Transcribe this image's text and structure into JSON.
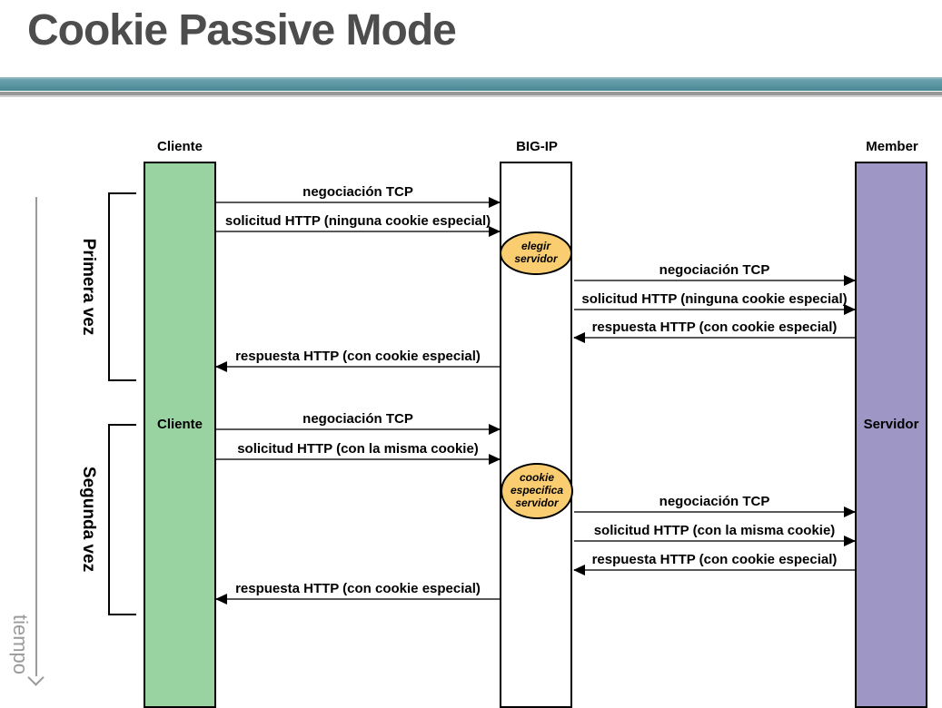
{
  "title": "Cookie Passive Mode",
  "colors": {
    "title_text": "#4d4d4d",
    "accent_bar_teal": "#5b96a3",
    "cliente_column": "#99d3a1",
    "bigip_column": "#ffffff",
    "member_column": "#9e97c6",
    "decision_ellipse": "#facd70",
    "arrow_line": "#595959",
    "time_axis": "#9a9a9a"
  },
  "diagram": {
    "time_axis_label": "tiempo",
    "phases": [
      {
        "label": "Primera vez"
      },
      {
        "label": "Segunda vez"
      }
    ],
    "lifelines": [
      {
        "header": "Cliente",
        "inner_label": "Cliente",
        "color": "#99d3a1"
      },
      {
        "header": "BIG-IP",
        "inner_label": "",
        "color": "#ffffff"
      },
      {
        "header": "Member",
        "inner_label": "Servidor",
        "color": "#9e97c6"
      }
    ],
    "decisions": [
      {
        "label": "elegir\nservidor",
        "color": "#facd70"
      },
      {
        "label": "cookie\nespecifica\nservidor",
        "color": "#facd70"
      }
    ],
    "messages": [
      {
        "label": "negociación TCP",
        "from": "Cliente",
        "to": "BIG-IP"
      },
      {
        "label": "solicitud HTTP (ninguna cookie especial)",
        "from": "Cliente",
        "to": "BIG-IP"
      },
      {
        "label": "negociación TCP",
        "from": "BIG-IP",
        "to": "Member"
      },
      {
        "label": "solicitud HTTP (ninguna cookie especial)",
        "from": "BIG-IP",
        "to": "Member"
      },
      {
        "label": "respuesta HTTP (con cookie especial)",
        "from": "Member",
        "to": "BIG-IP"
      },
      {
        "label": "respuesta HTTP (con cookie especial)",
        "from": "BIG-IP",
        "to": "Cliente"
      },
      {
        "label": "negociación TCP",
        "from": "Cliente",
        "to": "BIG-IP"
      },
      {
        "label": "solicitud HTTP (con la misma cookie)",
        "from": "Cliente",
        "to": "BIG-IP"
      },
      {
        "label": "negociación TCP",
        "from": "BIG-IP",
        "to": "Member"
      },
      {
        "label": "solicitud HTTP (con la misma cookie)",
        "from": "BIG-IP",
        "to": "Member"
      },
      {
        "label": "respuesta HTTP (con cookie especial)",
        "from": "Member",
        "to": "BIG-IP"
      },
      {
        "label": "respuesta HTTP (con cookie especial)",
        "from": "BIG-IP",
        "to": "Cliente"
      }
    ]
  }
}
